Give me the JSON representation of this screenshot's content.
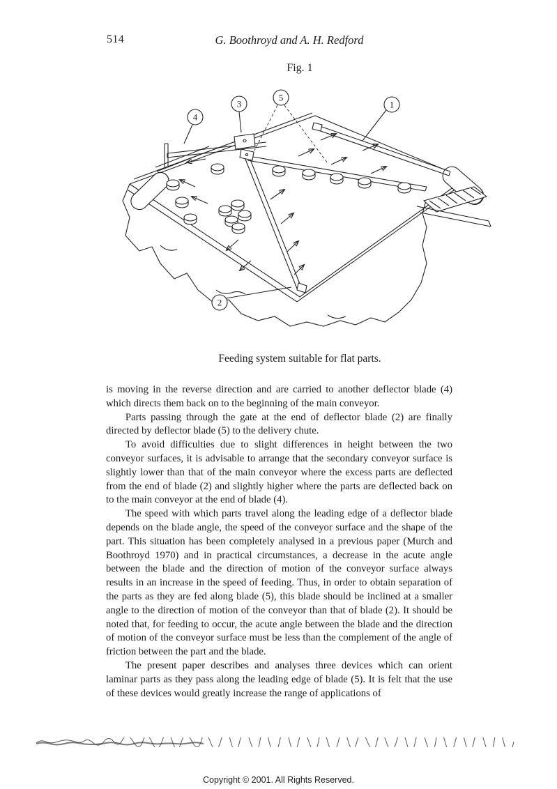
{
  "page": {
    "number": "514",
    "running_head": "G. Boothroyd and A. H. Redford",
    "figure_label": "Fig. 1",
    "figure_caption": "Feeding system suitable for flat parts.",
    "copyright": "Copyright © 2001. All Rights Reserved."
  },
  "figure": {
    "callouts": {
      "c1": "1",
      "c2": "2",
      "c3": "3",
      "c4": "4",
      "c5": "5"
    }
  },
  "body": {
    "paragraphs": [
      "is moving in the reverse direction and are carried to another deflector blade (4) which directs them back on to the beginning of the main conveyor.",
      "Parts passing through the gate at the end of deflector blade (2) are finally directed by deflector blade (5) to the delivery chute.",
      "To avoid difficulties due to slight differences in height between the two conveyor surfaces, it is advisable to arrange that the secondary conveyor surface is slightly lower than that of the main conveyor where the excess parts are deflected from the end of blade (2) and slightly higher where the parts are deflected back on to the main conveyor at the end of blade (4).",
      "The speed with which parts travel along the leading edge of a deflector blade depends on the blade angle, the speed of the conveyor surface and the shape of the part.  This situation has been completely analysed in a previous paper (Murch and Boothroyd 1970) and in practical circumstances, a decrease in the acute angle between the blade and the direction of motion of the conveyor surface always results in an increase in the speed of feeding.  Thus, in order to obtain separation of the parts as they are fed along blade (5), this blade should be inclined at a smaller angle to the direction of motion of the conveyor than that of blade (2).  It should be noted that, for feeding to occur, the acute angle between the blade and the direction of motion of the conveyor surface must be less than the complement of the angle of friction between the part and the blade.",
      "The present paper describes and analyses three devices which can orient laminar parts as they pass along the leading edge of blade (5).  It is felt that the use of these devices would greatly increase the range of applications of"
    ]
  }
}
